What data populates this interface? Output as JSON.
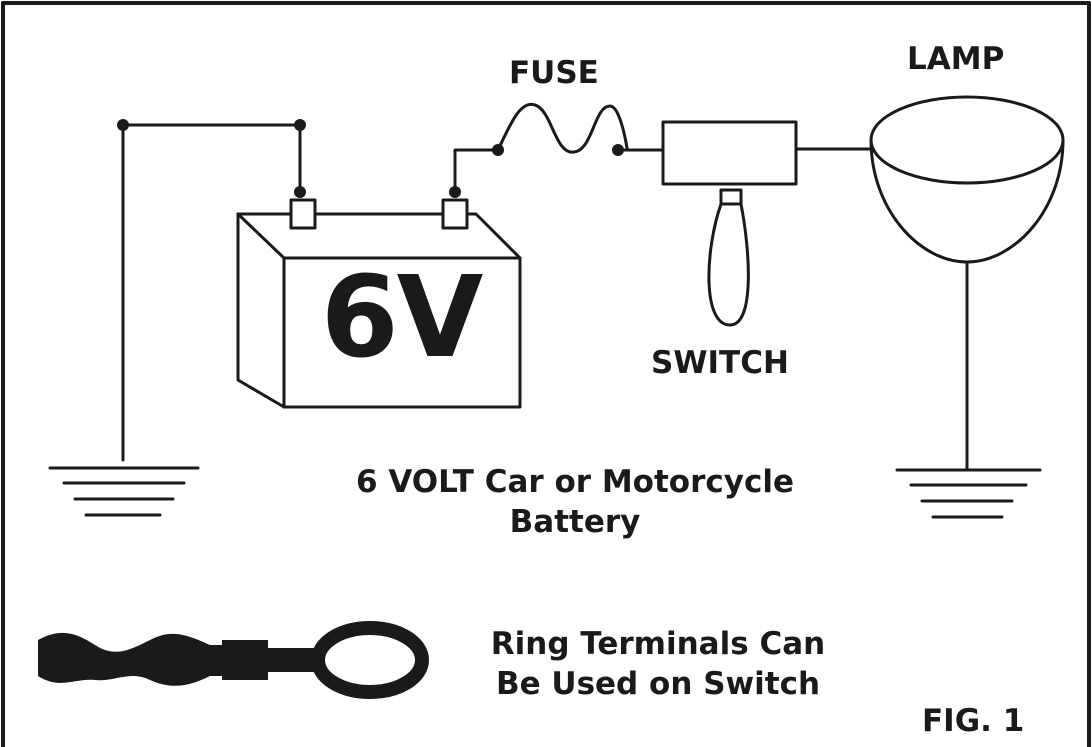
{
  "labels": {
    "fuse": "FUSE",
    "lamp": "LAMP",
    "switch": "SWITCH",
    "battery_voltage": "6V",
    "battery_caption_line1": "6 VOLT Car or Motorcycle",
    "battery_caption_line2": "Battery",
    "ring_caption_line1": "Ring Terminals Can",
    "ring_caption_line2": "Be Used on Switch",
    "figure": "FIG. 1"
  },
  "colors": {
    "ink": "#1a1a1a",
    "background": "#ffffff"
  },
  "components": [
    "ground-symbol",
    "battery",
    "fuse",
    "switch",
    "lamp",
    "ground-symbol",
    "ring-terminal"
  ]
}
